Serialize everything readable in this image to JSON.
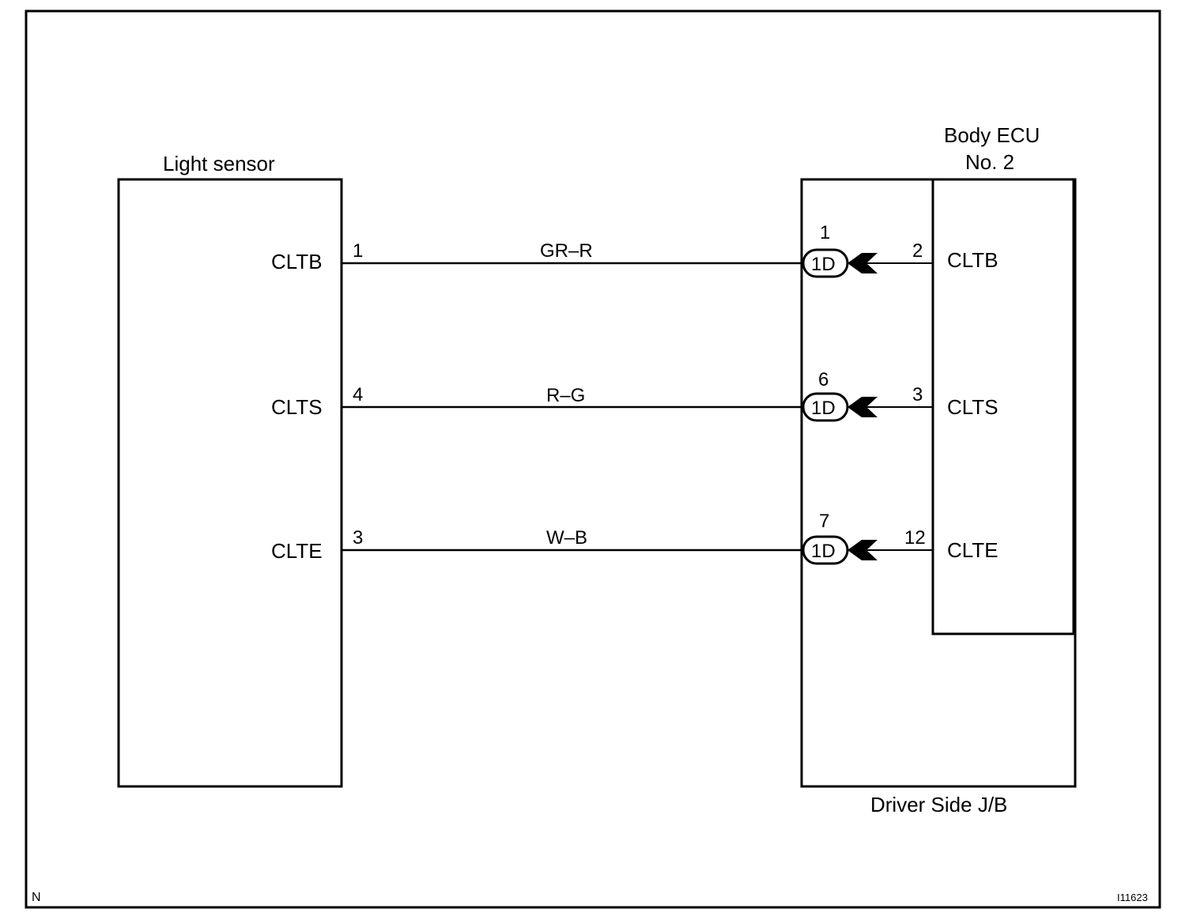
{
  "corner_mark": "N",
  "figure_code": "I11623",
  "light_sensor": {
    "title": "Light sensor",
    "terminals": [
      "CLTB",
      "CLTS",
      "CLTE"
    ]
  },
  "body_ecu": {
    "title_line1": "Body ECU",
    "title_line2": "No. 2",
    "terminals": [
      "CLTB",
      "CLTS",
      "CLTE"
    ]
  },
  "junction_block": {
    "label": "Driver Side J/B",
    "connector_code": "1D"
  },
  "circuits": [
    {
      "sensor_pin": "1",
      "wire_color": "GR–R",
      "jb_pin": "1",
      "ecu_pin": "2"
    },
    {
      "sensor_pin": "4",
      "wire_color": "R–G",
      "jb_pin": "6",
      "ecu_pin": "3"
    },
    {
      "sensor_pin": "3",
      "wire_color": "W–B",
      "jb_pin": "7",
      "ecu_pin": "12"
    }
  ]
}
